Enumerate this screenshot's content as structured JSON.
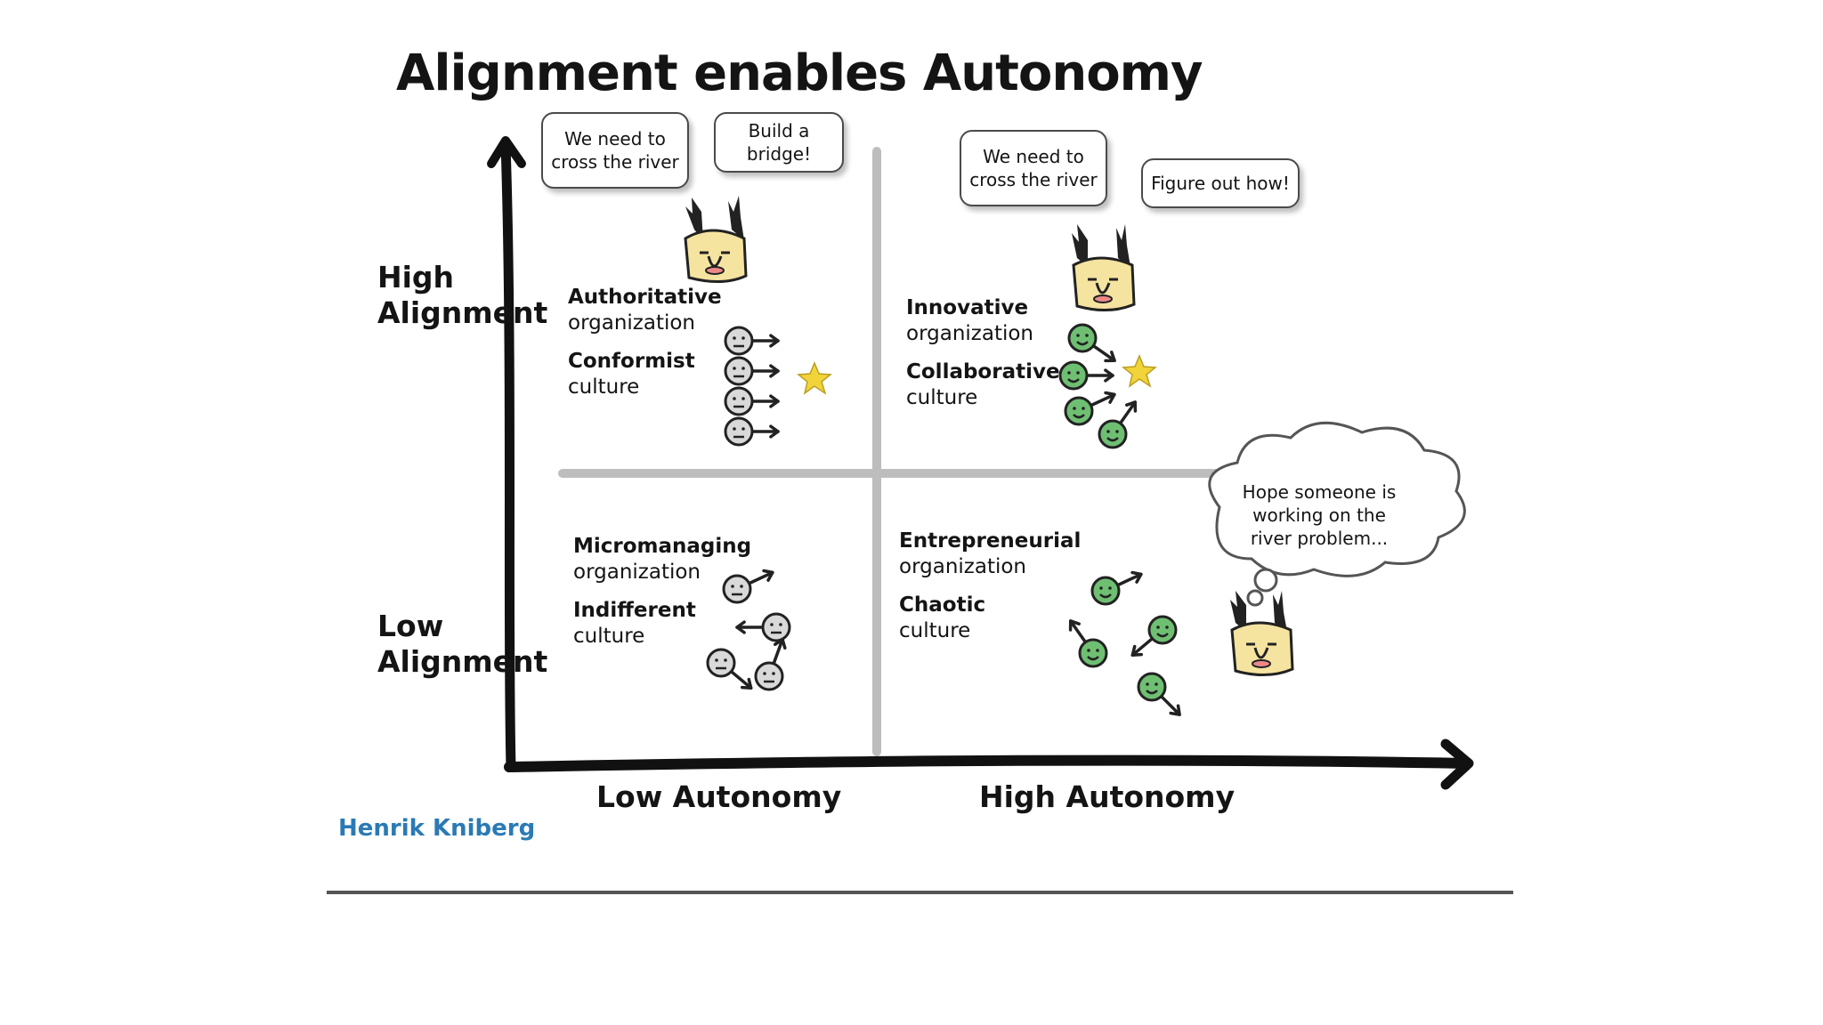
{
  "title": "Alignment enables Autonomy",
  "y_axis": {
    "high": "High\nAlignment",
    "low": "Low\nAlignment"
  },
  "x_axis": {
    "low": "Low Autonomy",
    "high": "High Autonomy"
  },
  "quadrants": {
    "top_left": {
      "org": "Authoritative organization",
      "culture": "Conformist culture",
      "org_l1": "Authoritative",
      "org_l2": "organization",
      "cul_l1": "Conformist",
      "cul_l2": "culture"
    },
    "top_right": {
      "org_l1": "Innovative",
      "org_l2": "organization",
      "cul_l1": "Collaborative",
      "cul_l2": "culture"
    },
    "bottom_left": {
      "org_l1": "Micromanaging",
      "org_l2": "organization",
      "cul_l1": "Indifferent",
      "cul_l2": "culture"
    },
    "bottom_right": {
      "org_l1": "Entrepreneurial",
      "org_l2": "organization",
      "cul_l1": "Chaotic",
      "cul_l2": "culture"
    }
  },
  "bubbles": {
    "tl_need": "We need to\ncross the river",
    "tl_build": "Build a\nbridge!",
    "tr_need": "We need to\ncross the river",
    "tr_figure": "Figure out how!",
    "br_hope": "Hope someone is\nworking on the\nriver problem..."
  },
  "credit": "Henrik Kniberg",
  "colors": {
    "happy_face": "#6fbf73",
    "neutral_face": "#d9d9d9",
    "boss_face": "#f5e3a0",
    "star": "#f2d33a",
    "credit": "#2a7ab5"
  }
}
